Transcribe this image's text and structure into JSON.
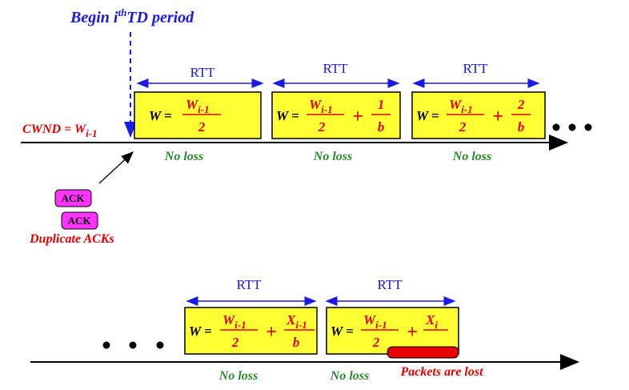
{
  "colors": {
    "blue": "#1a1ae6",
    "red": "#e60000",
    "green": "#2a8a2a",
    "yellow": "#ffff33",
    "magenta": "#ff33ff",
    "black": "#000000"
  },
  "period_label": {
    "prefix": "Begin i",
    "sup": "th",
    "suffix": "TD period"
  },
  "cwnd_label": {
    "main": "CWND = W",
    "sub": "i-1"
  },
  "ack": {
    "badge1": "ACK",
    "badge2": "ACK",
    "caption": "Duplicate ACKs"
  },
  "rtt_label": "RTT",
  "no_loss": "No loss",
  "w_eq": "W =",
  "plus": "+",
  "frac": {
    "w_num": "W",
    "w_sub": "i-1",
    "two": "2",
    "one": "1",
    "b": "b",
    "x_num": "X",
    "x_sub_i1": "i-1",
    "x_sub_i": "i"
  },
  "dots": "• • •",
  "packets_lost": "Packets are lost"
}
